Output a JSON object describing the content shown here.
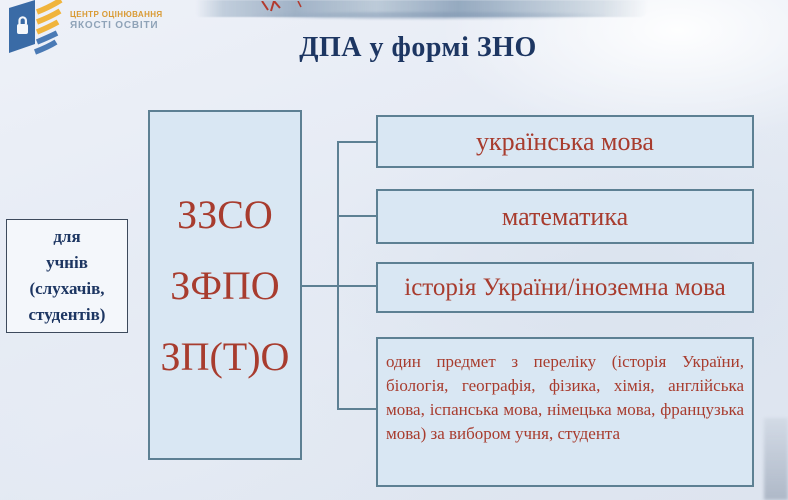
{
  "slide": {
    "title": "ДПА у формі ЗНО"
  },
  "logo": {
    "name": "ukrainian-center-educational-quality-assessment-logo",
    "line1": "ЦЕНТР ОЦІНЮВАННЯ",
    "line2": "ЯКОСТІ ОСВІТИ"
  },
  "diagram": {
    "left_box": {
      "lines": [
        "для",
        "учнів",
        "(слухачів,",
        "студентів)"
      ]
    },
    "center_box": {
      "lines": [
        "ЗЗСО",
        "ЗФПО",
        "ЗП(Т)О"
      ]
    },
    "subject_boxes": [
      {
        "label": "українська мова"
      },
      {
        "label": "математика"
      },
      {
        "label": "історія України/іноземна мова"
      },
      {
        "label": "один предмет з переліку (історія України, біологія, географія, фізика, хімія, англійська мова, іспанська мова, німецька мова, французька мова) за вибором учня, студента"
      }
    ]
  },
  "colors": {
    "accent_red": "#a83c2e",
    "title_navy": "#1d3662",
    "box_fill": "#d9e7f3",
    "box_border": "#5d8093",
    "left_box_border": "#3d4a5c",
    "left_box_fill": "#f4f7fb",
    "logo_orange": "#d99a33",
    "logo_grey_blue": "#8fa3b8",
    "logo_book_blue": "#3a6ba6",
    "logo_stripe_yellow": "#f0b43c",
    "brush_band": "#9bb0c4",
    "background": "#e5eaf4"
  }
}
